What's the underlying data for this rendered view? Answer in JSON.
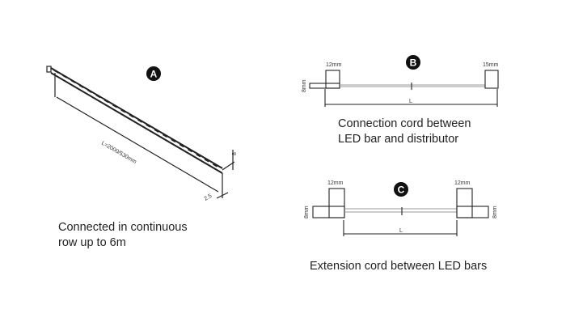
{
  "diagram_a": {
    "badge": "A",
    "length_label": "L=2000/530mm",
    "height_label": "8",
    "depth_label": "2.5",
    "caption_line1": "Connected in continuous",
    "caption_line2": "row up to 6m"
  },
  "diagram_b": {
    "badge": "B",
    "left_width": "12mm",
    "right_width": "15mm",
    "height": "8mm",
    "length": "L",
    "caption_line1": "Connection cord between",
    "caption_line2": "LED bar and distributor"
  },
  "diagram_c": {
    "badge": "C",
    "left_width": "12mm",
    "right_width": "12mm",
    "left_height": "8mm",
    "right_height": "8mm",
    "length": "L",
    "caption": "Extension cord between LED bars"
  }
}
